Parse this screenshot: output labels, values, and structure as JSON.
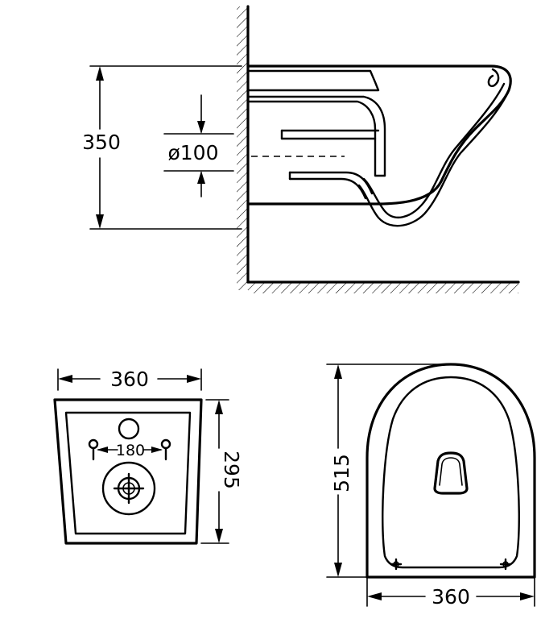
{
  "side_view": {
    "height_label": "350",
    "pipe_label": "ø100"
  },
  "back_view": {
    "width_label": "360",
    "bolt_spacing_label": "180",
    "depth_label": "295"
  },
  "top_view": {
    "length_label": "515",
    "width_label": "360"
  }
}
